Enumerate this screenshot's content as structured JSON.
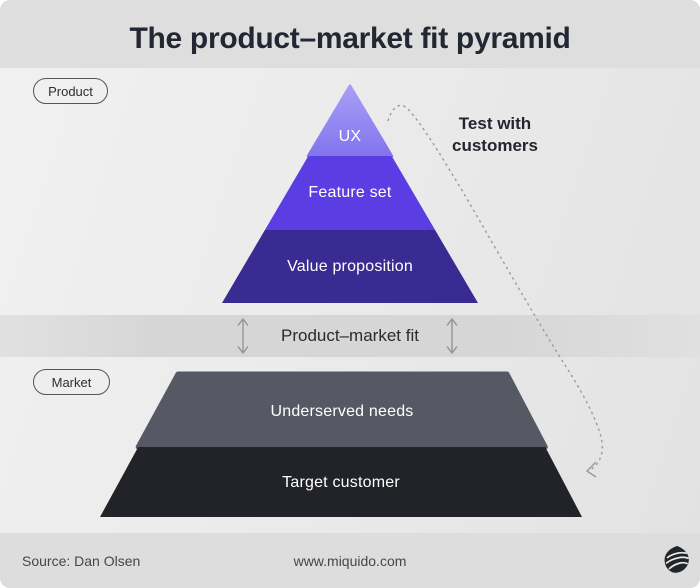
{
  "page": {
    "title": "The product–market fit pyramid",
    "bg_light": "#ebebeb",
    "bg_band": "#d6d6d6"
  },
  "pills": {
    "product_label": "Product",
    "market_label": "Market"
  },
  "pyramid": {
    "layers": [
      {
        "label": "UX",
        "color": "#8274ee",
        "color_top": "#a89ff5"
      },
      {
        "label": "Feature set",
        "color": "#5a3de3"
      },
      {
        "label": "Value proposition",
        "color": "#3a2b92"
      }
    ]
  },
  "market": {
    "layers": [
      {
        "label": "Underserved needs",
        "color": "#565963"
      },
      {
        "label": "Target customer",
        "color": "#212329"
      }
    ]
  },
  "pmf_band": {
    "label": "Product–market fit",
    "arrow_color": "#94949a"
  },
  "annotation": {
    "line1": "Test with",
    "line2": "customers",
    "line_color": "#9a9a9f"
  },
  "footer": {
    "source": "Source: Dan Olsen",
    "website": "www.miquido.com",
    "logo_name": "miquido-logo",
    "logo_color": "#23252c"
  }
}
